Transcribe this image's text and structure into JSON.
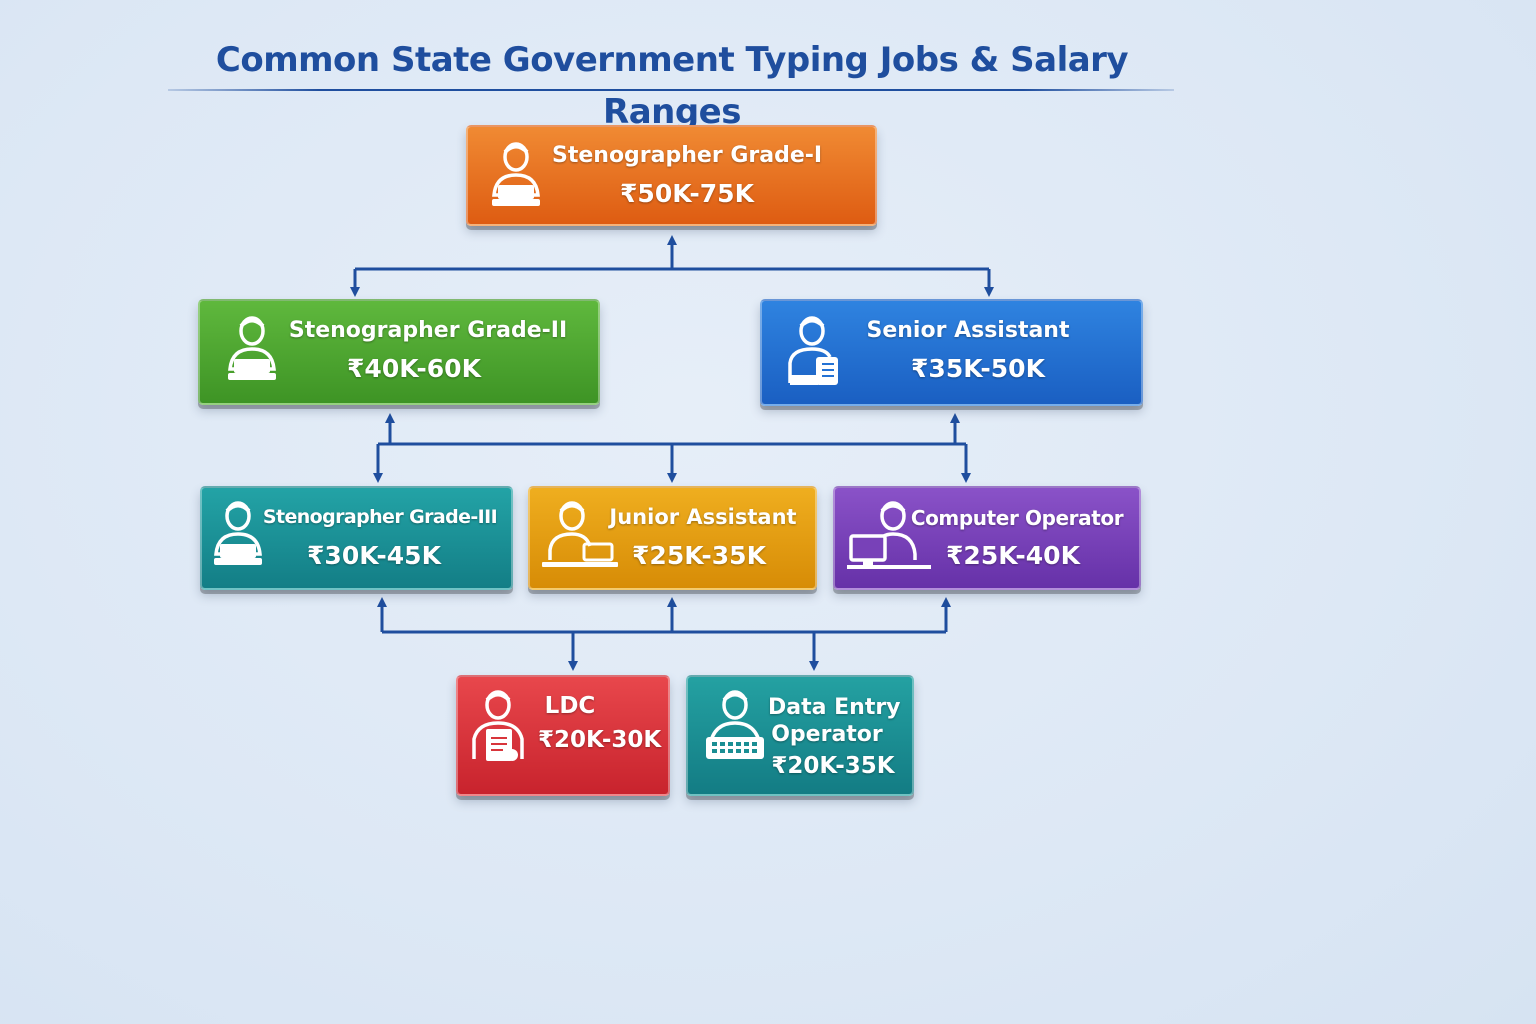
{
  "title": "Common State Government Typing Jobs & Salary Ranges",
  "colors": {
    "title": "#1f4e9e",
    "connector": "#1f4e9e",
    "steno1": "#e8721f",
    "steno2": "#4da82f",
    "senior": "#2472d4",
    "steno3": "#1a9197",
    "junior": "#e49d12",
    "computer": "#7841b8",
    "ldc": "#d8353b",
    "data_entry": "#1a8e93"
  },
  "jobs": {
    "steno1": {
      "name": "Stenographer Grade-I",
      "salary": "₹50K-75K",
      "icon": "typist-icon"
    },
    "steno2": {
      "name": "Stenographer Grade-II",
      "salary": "₹40K-60K",
      "icon": "typist-icon"
    },
    "senior": {
      "name": "Senior Assistant",
      "salary": "₹35K-50K",
      "icon": "clipboard-person-icon"
    },
    "steno3": {
      "name": "Stenographer Grade-III",
      "salary": "₹30K-45K",
      "icon": "typist-icon"
    },
    "junior": {
      "name": "Junior Assistant",
      "salary": "₹25K-35K",
      "icon": "laptop-person-icon"
    },
    "computer": {
      "name": "Computer Operator",
      "salary": "₹25K-40K",
      "icon": "computer-person-icon"
    },
    "ldc": {
      "name": "LDC",
      "salary": "₹20K-30K",
      "icon": "document-person-icon"
    },
    "data_entry": {
      "name_line1": "Data Entry",
      "name_line2": "Operator",
      "salary": "₹20K-35K",
      "icon": "keyboard-person-icon"
    }
  }
}
